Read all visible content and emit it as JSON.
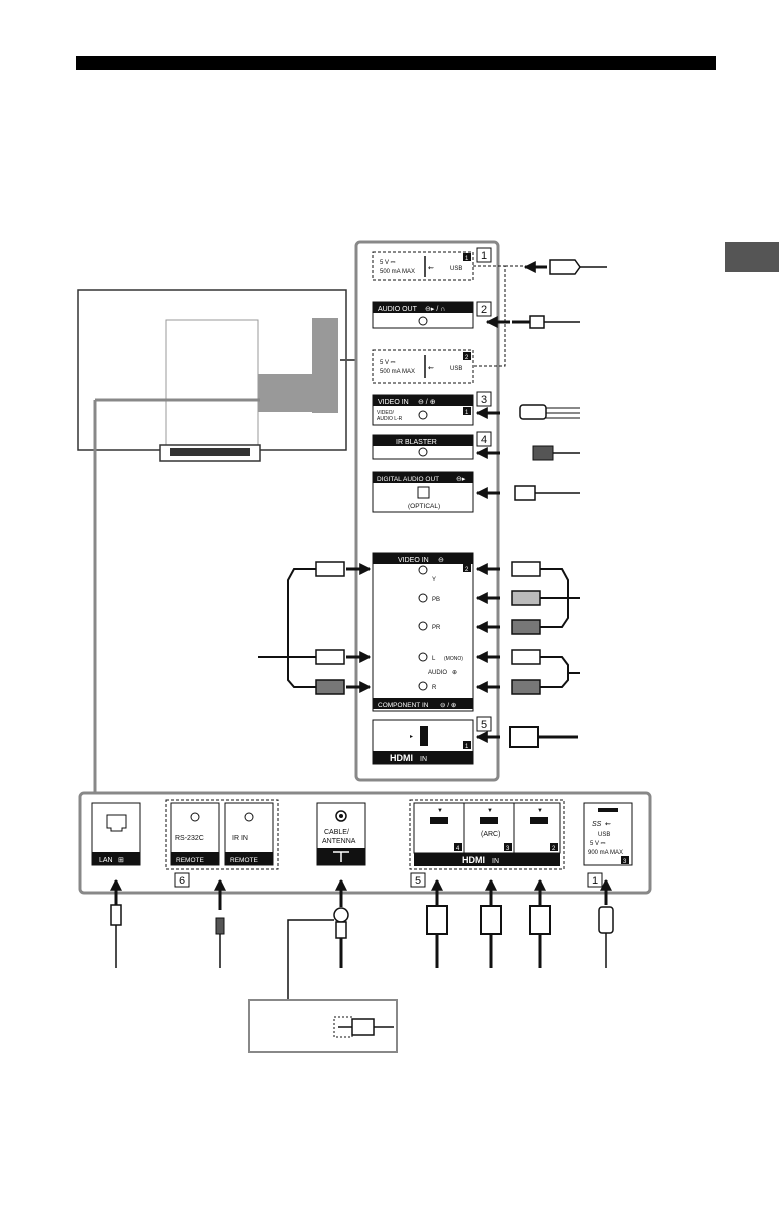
{
  "labels": {
    "usb": "USB",
    "usb_ratings_top": "5 V ⎓",
    "usb_ratings_bot": "500 mA MAX",
    "audio_out": "AUDIO OUT",
    "video_in": "VIDEO IN",
    "video_audio": "VIDEO/",
    "video_audio2": "AUDIO L-R",
    "ir_blaster": "IR BLASTER",
    "digital_audio_out": "DIGITAL AUDIO OUT",
    "optical": "(OPTICAL)",
    "y": "Y",
    "pb": "PB",
    "pr": "PR",
    "l_mono": "L",
    "mono": "(MONO)",
    "audio": "AUDIO",
    "r": "R",
    "component_in": "COMPONENT IN",
    "hdmi_in": "HDMI",
    "in": "IN",
    "lan": "LAN",
    "rs232c": "RS-232C",
    "ir_in": "IR IN",
    "remote": "REMOTE",
    "cable_antenna_1": "CABLE/",
    "cable_antenna_2": "ANTENNA",
    "arc": "(ARC)",
    "usb3_ratings_top": "5 V ⎓",
    "usb3_ratings_bot": "900 mA MAX",
    "ss_usb": "SS"
  },
  "callouts": {
    "c1_top": "1",
    "c2": "2",
    "c3": "3",
    "c4": "4",
    "c5_side": "5",
    "c6": "6",
    "c5_bottom": "5",
    "c1_bottom": "1"
  },
  "port_numbers": {
    "usb1": "1",
    "usb2": "2",
    "video1": "1",
    "video2": "2",
    "hdmi1": "1",
    "hdmi4": "4",
    "hdmi3": "3",
    "hdmi2": "2",
    "usb3": "3"
  }
}
